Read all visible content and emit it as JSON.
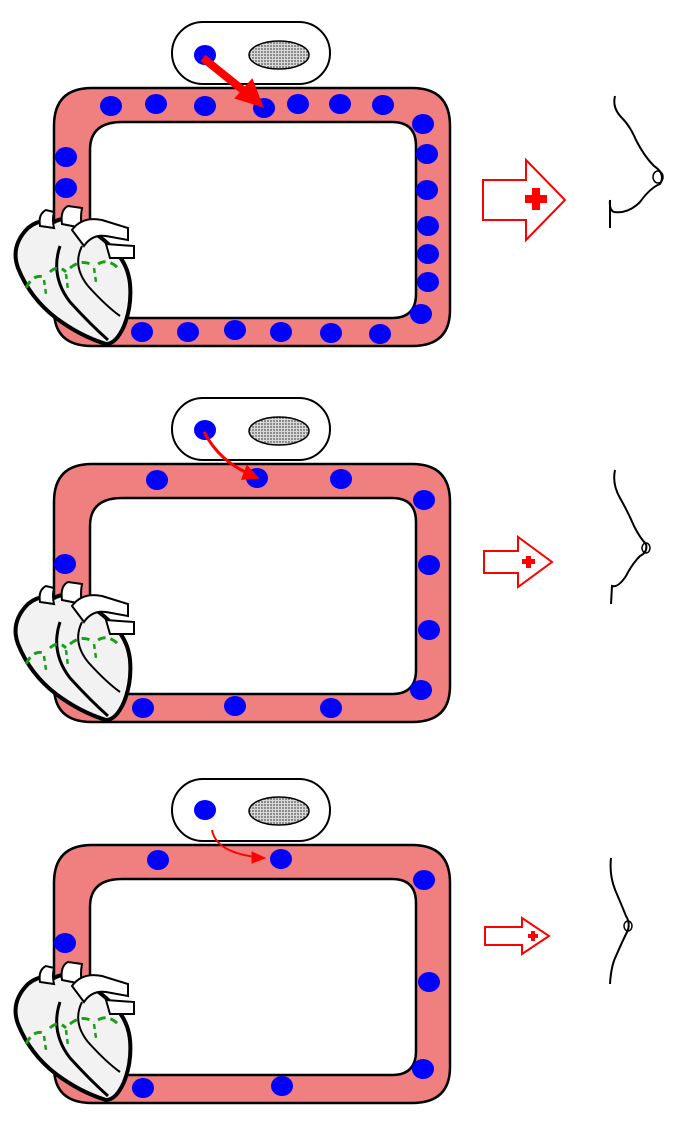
{
  "colors": {
    "vessel_fill": "#f08080",
    "cell": "#0000ff",
    "arrow": "#ff0000",
    "heart_fill": "#f2f2f2",
    "heart_detail": "#1a9e1a",
    "gland_fill": "#999999"
  },
  "panels": [
    {
      "id": "panel-high",
      "cell_count": 21,
      "transfer_arrow": "large",
      "effect_arrow": "large",
      "breast_size": "large"
    },
    {
      "id": "panel-medium",
      "cell_count": 11,
      "transfer_arrow": "medium",
      "effect_arrow": "medium",
      "breast_size": "medium"
    },
    {
      "id": "panel-low",
      "cell_count": 7,
      "transfer_arrow": "small",
      "effect_arrow": "small",
      "breast_size": "small"
    }
  ],
  "icons": [
    "gland-icon",
    "heart-icon",
    "blood-cell-icon",
    "plus-arrow-icon",
    "breast-profile-icon"
  ]
}
